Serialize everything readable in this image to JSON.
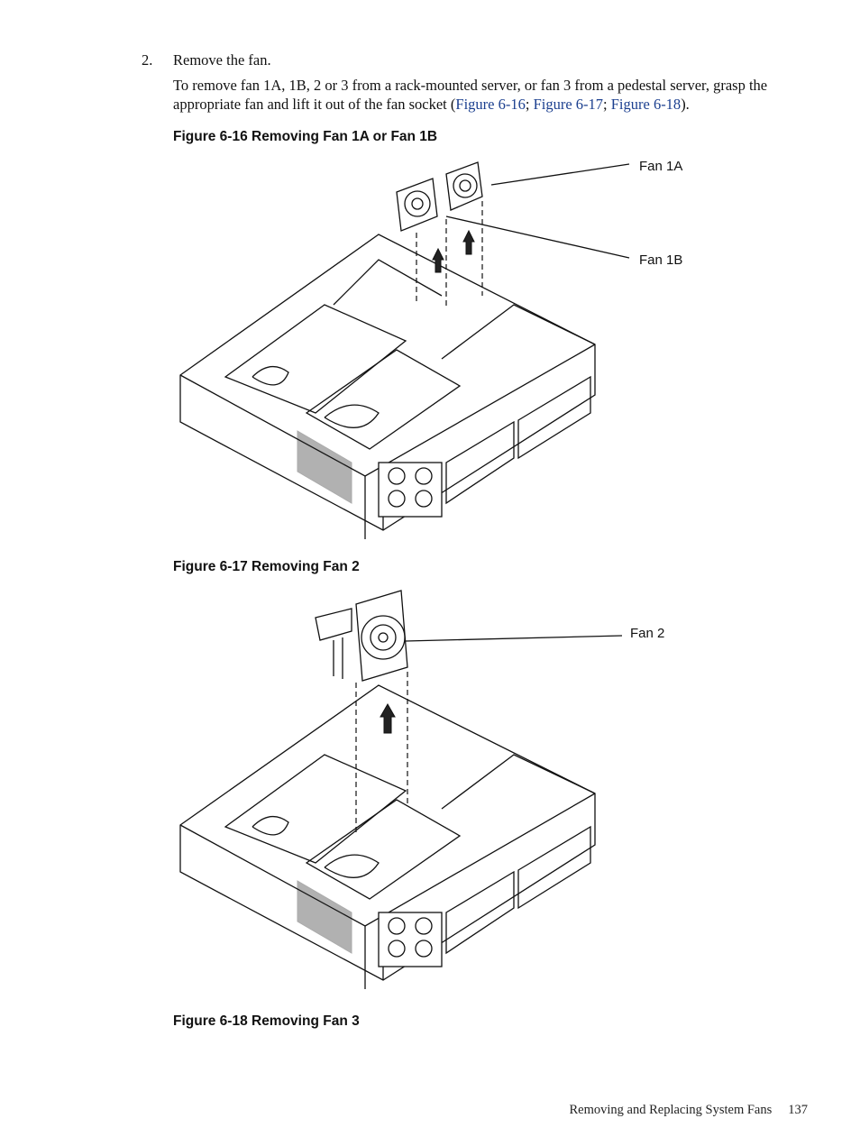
{
  "step": {
    "number": "2.",
    "title": "Remove the fan."
  },
  "paragraph": {
    "before": "To remove fan 1A, 1B, 2 or 3 from a rack-mounted server, or fan 3 from a pedestal server, grasp the appropriate fan and lift it out of the fan socket (",
    "link1": "Figure 6-16",
    "sep1": "; ",
    "link2": "Figure 6-17",
    "sep2": "; ",
    "link3": "Figure 6-18",
    "after": ")."
  },
  "figures": [
    {
      "caption": "Figure 6-16  Removing Fan 1A or Fan 1B",
      "callouts": [
        "Fan 1A",
        "Fan 1B"
      ]
    },
    {
      "caption": "Figure 6-17  Removing Fan 2",
      "callouts": [
        "Fan 2"
      ]
    },
    {
      "caption": "Figure 6-18  Removing Fan 3",
      "callouts": []
    }
  ],
  "footer": {
    "section": "Removing and Replacing System Fans",
    "page": "137"
  }
}
